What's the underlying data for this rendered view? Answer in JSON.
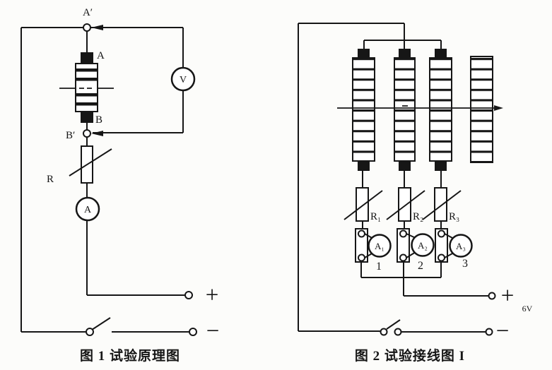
{
  "page": {
    "ink_color": "#161616",
    "paper_color": "#fcfcfa"
  },
  "figure1": {
    "caption": "图 1  试验原理图",
    "labels": {
      "node_top": "A′",
      "electrode_top": "A",
      "electrode_bottom": "B",
      "node_bottom": "B′",
      "voltmeter": "V",
      "ammeter": "A",
      "rheostat": "R",
      "positive": "+",
      "negative": "−"
    }
  },
  "figure2": {
    "caption": "图 2  试验接线图 I",
    "labels": {
      "rheostat1": "R₁",
      "rheostat2": "R₂",
      "rheostat3": "R₃",
      "ammeter1": "A₁",
      "ammeter2": "A₂",
      "ammeter3": "A₃",
      "position1": "1",
      "position2": "2",
      "position3": "3",
      "positive": "+",
      "voltage": "6V",
      "negative": "−"
    }
  }
}
